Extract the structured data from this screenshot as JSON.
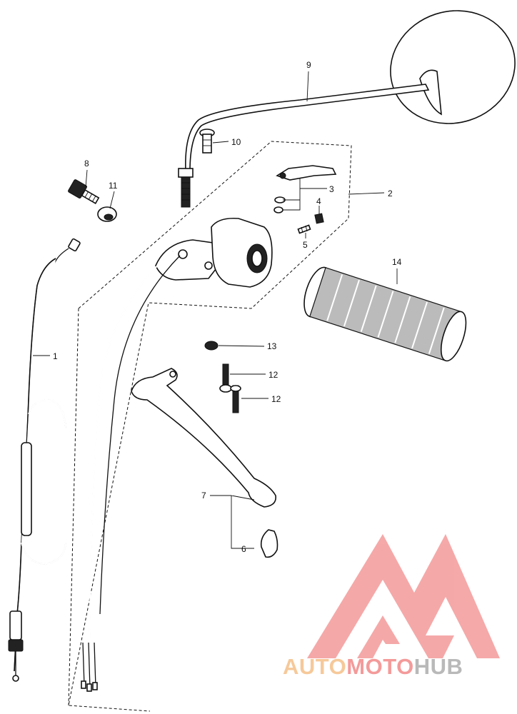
{
  "callouts": [
    {
      "id": "1",
      "label": "1"
    },
    {
      "id": "2",
      "label": "2"
    },
    {
      "id": "3",
      "label": "3"
    },
    {
      "id": "4",
      "label": "4"
    },
    {
      "id": "5",
      "label": "5"
    },
    {
      "id": "6",
      "label": "6"
    },
    {
      "id": "7",
      "label": "7"
    },
    {
      "id": "8",
      "label": "8"
    },
    {
      "id": "9",
      "label": "9"
    },
    {
      "id": "10",
      "label": "10"
    },
    {
      "id": "11",
      "label": "11"
    },
    {
      "id": "12a",
      "label": "12"
    },
    {
      "id": "12b",
      "label": "12"
    },
    {
      "id": "13",
      "label": "13"
    },
    {
      "id": "14",
      "label": "14"
    }
  ],
  "watermark": {
    "part1": "AUTO",
    "part2": "MOTO",
    "part3": "HUB",
    "color_auto": "#f6c99a",
    "color_moto": "#f49a9a",
    "color_hub": "#b9b9b9",
    "logo_color": "#f28c8c"
  }
}
